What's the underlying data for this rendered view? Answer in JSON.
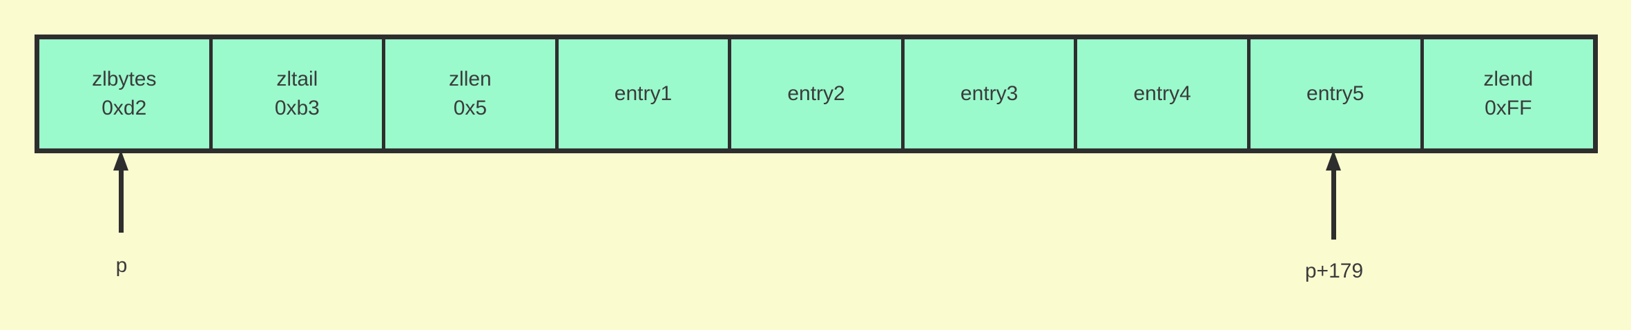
{
  "diagram": {
    "type": "memory-layout",
    "structure_name": "ziplist",
    "colors": {
      "background": "#fbfbd0",
      "cell_fill": "#9afacc",
      "border": "#2e2e2e",
      "text": "#3b3b3b"
    },
    "cells": [
      {
        "name": "zlbytes",
        "value": "0xd2"
      },
      {
        "name": "zltail",
        "value": "0xb3"
      },
      {
        "name": "zllen",
        "value": "0x5"
      },
      {
        "name": "entry1"
      },
      {
        "name": "entry2"
      },
      {
        "name": "entry3"
      },
      {
        "name": "entry4"
      },
      {
        "name": "entry5"
      },
      {
        "name": "zlend",
        "value": "0xFF"
      }
    ],
    "pointers": [
      {
        "label": "p",
        "points_to": "zlbytes"
      },
      {
        "label": "p+179",
        "points_to": "entry5"
      }
    ]
  }
}
